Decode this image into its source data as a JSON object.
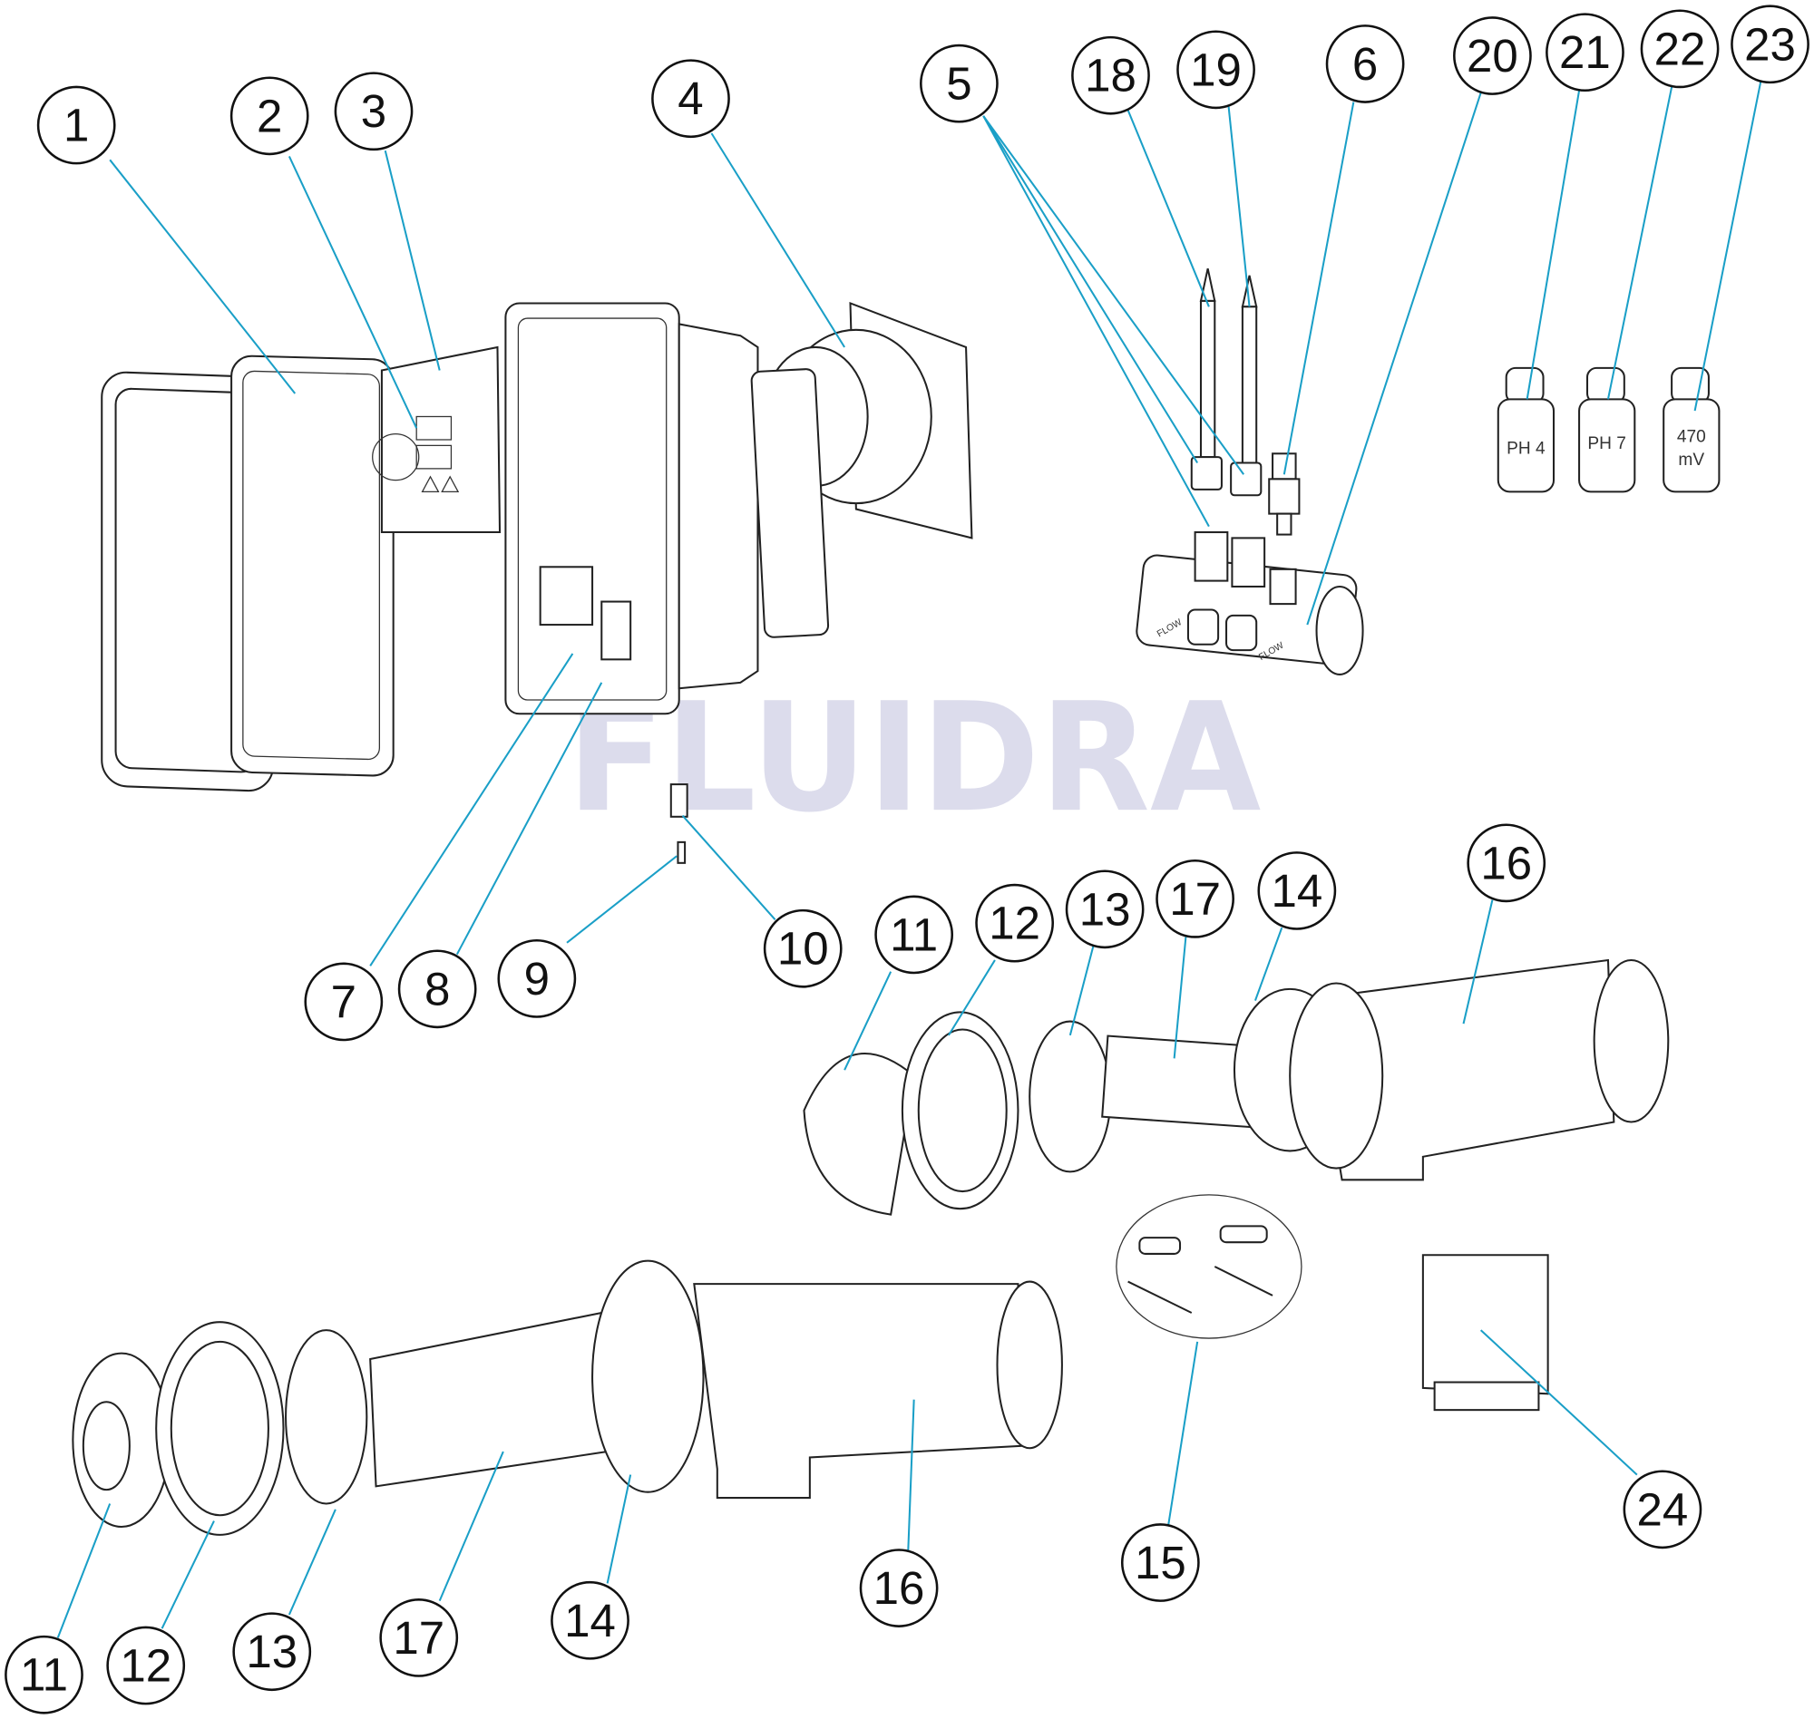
{
  "watermark": "FLUIDRA",
  "callouts": [
    "1",
    "2",
    "3",
    "4",
    "5",
    "18",
    "19",
    "6",
    "20",
    "21",
    "22",
    "23",
    "7",
    "8",
    "9",
    "10",
    "11",
    "12",
    "13",
    "17",
    "14",
    "16",
    "15",
    "24",
    "11",
    "12",
    "13",
    "17",
    "14",
    "16"
  ],
  "bottles": [
    {
      "line1": "PH 4",
      "line2": ""
    },
    {
      "line1": "PH 7",
      "line2": ""
    },
    {
      "line1": "470",
      "line2": "mV"
    }
  ],
  "flow_label": "FLOW",
  "colors": {
    "leader": "#1a9fc7",
    "watermark": "#dcdcec"
  }
}
